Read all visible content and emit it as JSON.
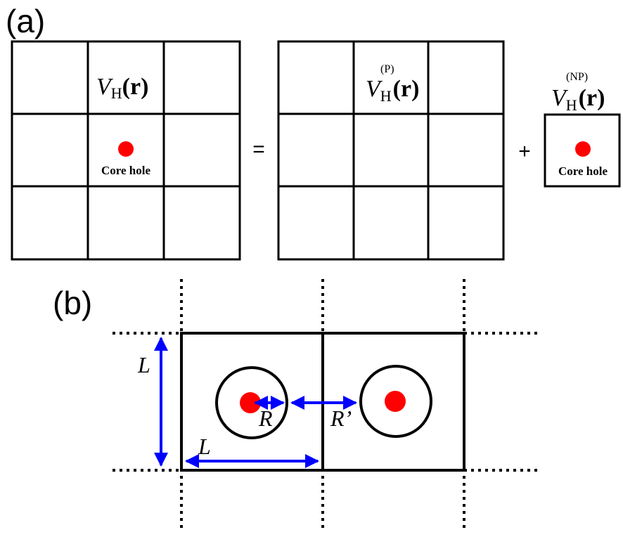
{
  "panel_a": {
    "label": "(a)",
    "left_box": {
      "potential": {
        "symbol": "V",
        "subscript": "H",
        "argument": "(r)"
      },
      "core_label": "Core hole"
    },
    "equals_sign": "=",
    "middle_box": {
      "potential": {
        "symbol": "V",
        "subscript": "H",
        "superscript": "(P)",
        "argument": "(r)"
      }
    },
    "plus_sign": "+",
    "right_box": {
      "potential": {
        "symbol": "V",
        "subscript": "H",
        "superscript": "(NP)",
        "argument": "(r)"
      },
      "core_label": "Core hole"
    }
  },
  "panel_b": {
    "label": "(b)",
    "vertical_length_label": "L",
    "horizontal_length_label": "L",
    "radius_label": "R",
    "separation_label": "R’"
  },
  "colors": {
    "core_hole": "#ff0000",
    "arrows": "#0000ff",
    "lines": "#000000"
  }
}
